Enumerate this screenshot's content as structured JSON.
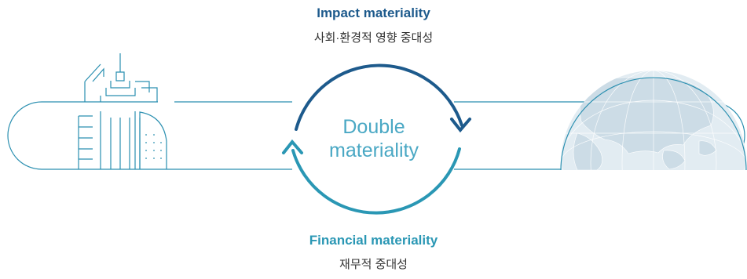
{
  "top": {
    "title": "Impact materiality",
    "subtitle": "사회·환경적 영향 중대성"
  },
  "center": {
    "line1": "Double",
    "line2": "materiality"
  },
  "bottom": {
    "title": "Financial materiality",
    "subtitle": "재무적 중대성"
  },
  "colors": {
    "impact": "#1d5a8c",
    "financial": "#2a97b4",
    "center_text": "#4aa8c4",
    "line": "#2a8fb0",
    "globe_fill": "#e2ecf2",
    "land_fill": "#ccdce6"
  },
  "icons": {
    "left": "city-buildings-icon",
    "right": "globe-icon"
  }
}
